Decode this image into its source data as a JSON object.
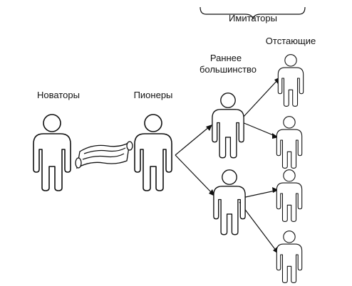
{
  "labels": {
    "innovators": "Новаторы",
    "pioneers": "Пионеры",
    "early_majority_line1": "Раннее",
    "early_majority_line2": "большинство",
    "laggards": "Отстающие",
    "imitators": "Имитаторы"
  },
  "icons": {
    "person": "person-icon",
    "scroll": "scroll-icon"
  },
  "colors": {
    "line": "#111111",
    "background": "#ffffff"
  }
}
